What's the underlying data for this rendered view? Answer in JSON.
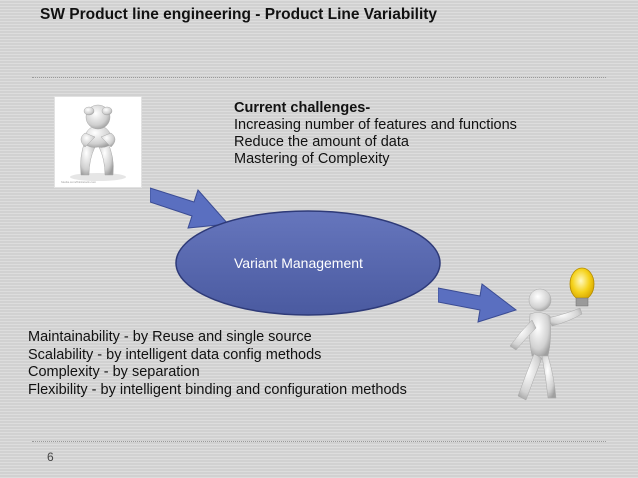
{
  "slide": {
    "title": "SW Product line engineering - Product Line Variability",
    "number": "6"
  },
  "photo": {
    "caption": "fotolia.com/thinkstock.com"
  },
  "challenges": {
    "heading": "Current challenges-",
    "items": [
      "Increasing number of features and functions",
      "Reduce the amount of data",
      "Mastering of Complexity"
    ]
  },
  "center": {
    "label": "Variant Management"
  },
  "benefits": {
    "items": [
      "Maintainability - by Reuse and single source",
      "Scalability - by intelligent data config methods",
      "Complexity - by separation",
      "Flexibility - by intelligent binding and configuration methods"
    ]
  },
  "colors": {
    "ellipse_fill": "#5b6bb0",
    "ellipse_stroke": "#2e3a78",
    "arrow_fill": "#5a6fc0",
    "bulb": "#f5d21a"
  }
}
